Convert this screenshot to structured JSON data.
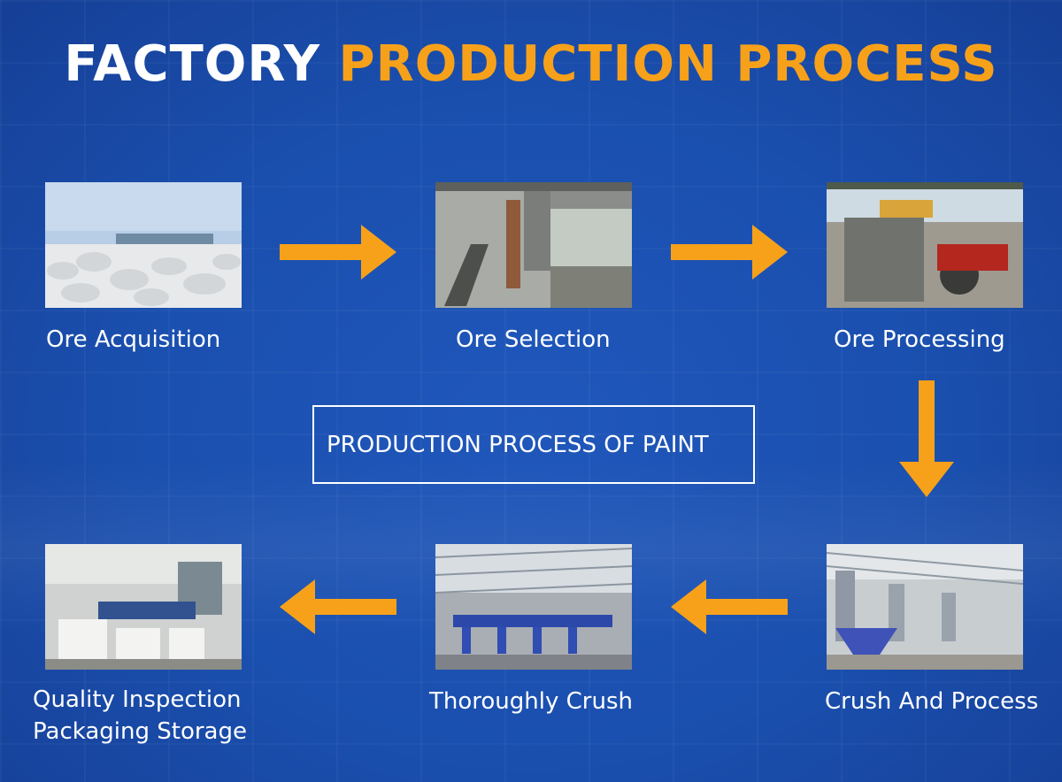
{
  "title": {
    "part1": "FACTORY",
    "part2": "PRODUCTION PROCESS"
  },
  "subtitle": "PRODUCTION PROCESS OF PAINT",
  "steps": [
    {
      "label": "Ore Acquisition"
    },
    {
      "label": "Ore Selection"
    },
    {
      "label": "Ore Processing"
    },
    {
      "label": "Crush And Process"
    },
    {
      "label": "Thoroughly Crush"
    },
    {
      "label_line1": "Quality Inspection",
      "label_line2": "Packaging Storage"
    }
  ],
  "colors": {
    "background": "#1a4fae",
    "accent": "#f7a11a",
    "text": "#ffffff"
  }
}
